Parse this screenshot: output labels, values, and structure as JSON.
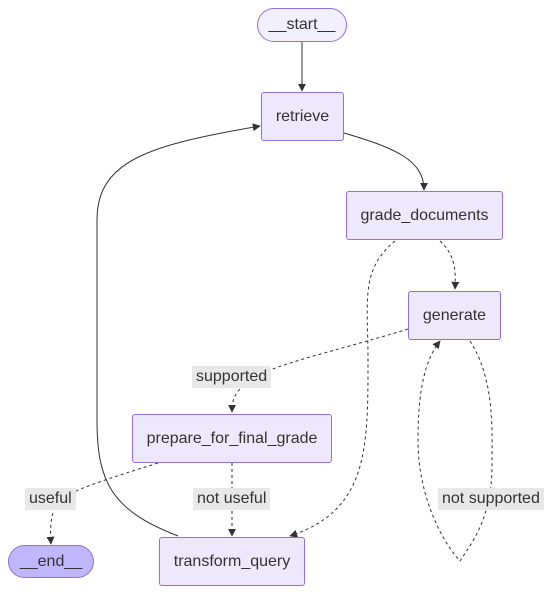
{
  "nodes": {
    "start": "__start__",
    "retrieve": "retrieve",
    "grade_documents": "grade_documents",
    "generate": "generate",
    "prepare_for_final_grade": "prepare_for_final_grade",
    "transform_query": "transform_query",
    "end": "__end__"
  },
  "edge_labels": {
    "supported": "supported",
    "useful": "useful",
    "not_useful": "not useful",
    "not_supported": "not supported"
  },
  "colors": {
    "node_fill": "#ede8fb",
    "node_border": "#9370db",
    "end_fill": "#bfb6fc",
    "edge": "#333333",
    "label_bg": "#e8e8e8"
  }
}
